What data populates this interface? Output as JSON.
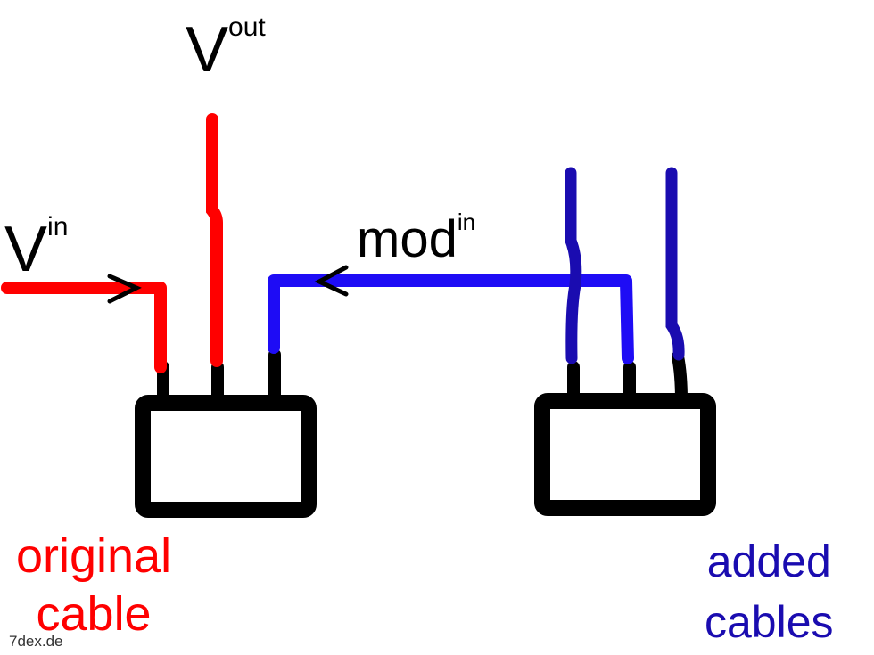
{
  "labels": {
    "vout": {
      "base": "V",
      "sup": "out"
    },
    "vin": {
      "base": "V",
      "sup": "in"
    },
    "modin": {
      "base": "mod",
      "sup": "in"
    },
    "original": [
      "original",
      "cable"
    ],
    "added": [
      "added",
      "cables"
    ]
  },
  "watermark": "7dex.de",
  "colors": {
    "red": "#ff0000",
    "blue": "#1e0cf5",
    "dark_blue": "#1a0cb0",
    "black": "#000000"
  }
}
